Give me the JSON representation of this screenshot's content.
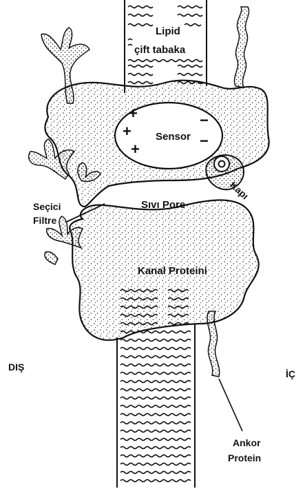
{
  "labels": {
    "lipid_line1": "Lipid",
    "lipid_line2": "çift tabaka",
    "sensor": "Sensor",
    "gate": "Kapı",
    "selective_filter_line1": "Seçici",
    "selective_filter_line2": "Filtre",
    "liquid_pore": "Sıvı Pore",
    "channel_protein": "Kanal Proteini",
    "outside": "DIŞ",
    "inside": "İÇ",
    "anchor_line1": "Ankor",
    "anchor_line2": "Protein"
  },
  "sensor_charges": {
    "positive": [
      "+",
      "+",
      "+"
    ],
    "negative": [
      "−",
      "−"
    ]
  },
  "colors": {
    "ink": "#111111",
    "protein_fill": "#f4f4f4",
    "background": "#ffffff"
  }
}
